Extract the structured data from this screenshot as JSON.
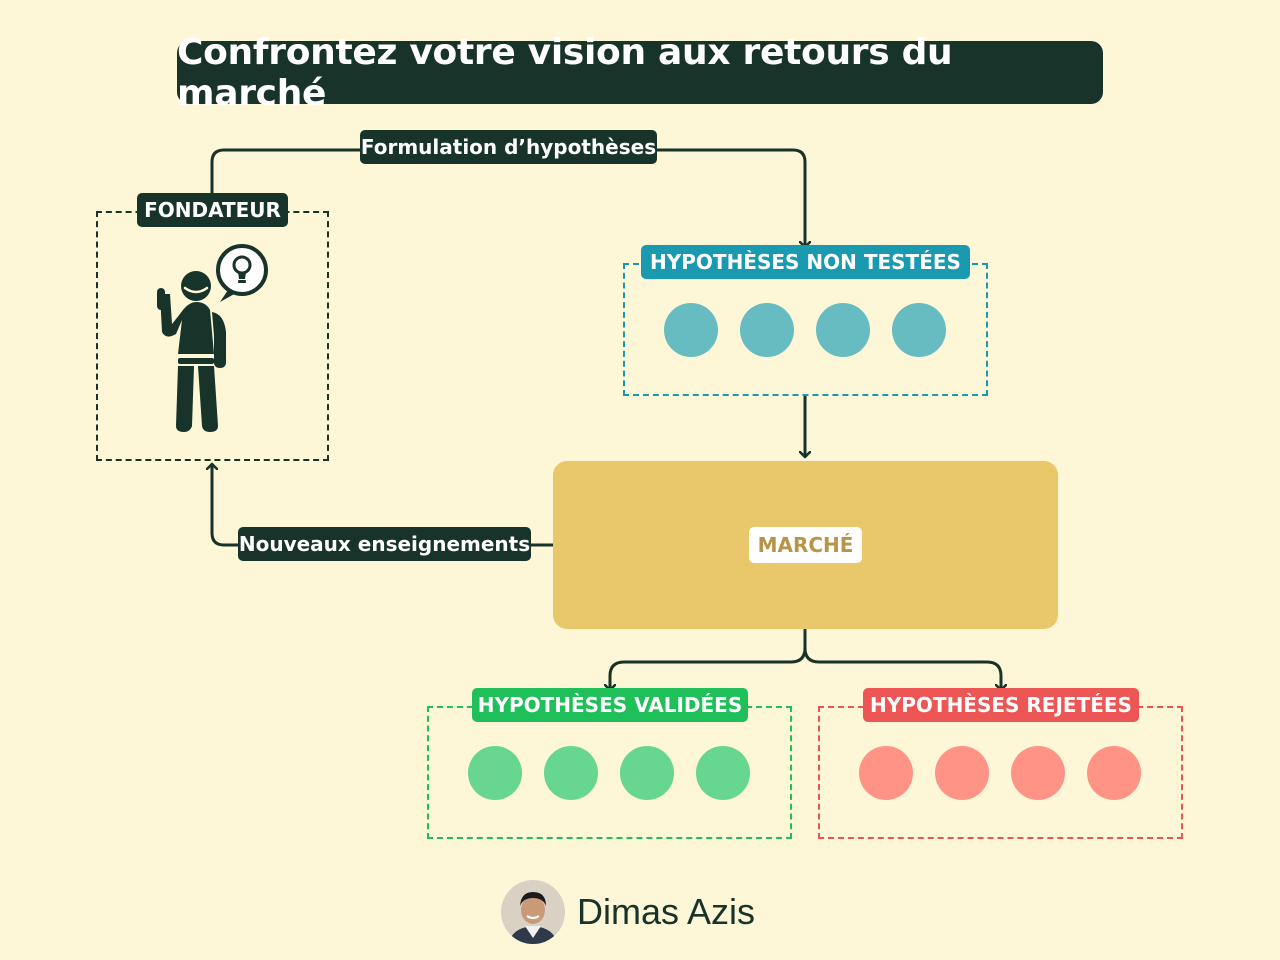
{
  "title": "Confrontez votre vision aux retours du marché",
  "founder": {
    "label": "FONDATEUR"
  },
  "flows": {
    "formulation": "Formulation d’hypothèses",
    "nouveaux": "Nouveaux enseignements"
  },
  "untested": {
    "label": "HYPOTHÈSES NON TESTÉES",
    "count": 4,
    "color": "#66bcc1"
  },
  "market": {
    "label": "MARCHÉ"
  },
  "validated": {
    "label": "HYPOTHÈSES VALIDÉES",
    "count": 4,
    "color": "#66d690"
  },
  "rejected": {
    "label": "HYPOTHÈSES REJETÉES",
    "count": 4,
    "color": "#ff9486"
  },
  "author": {
    "name": "Dimas Azis"
  },
  "icons": {
    "founder": "person-idea-icon",
    "avatar": "author-photo-icon"
  },
  "colors": {
    "background": "#fdf7d8",
    "dark": "#17332a",
    "teal": "#1a9ab0",
    "green": "#1fbf5a",
    "red": "#ee5656",
    "market": "#e9c86c"
  }
}
